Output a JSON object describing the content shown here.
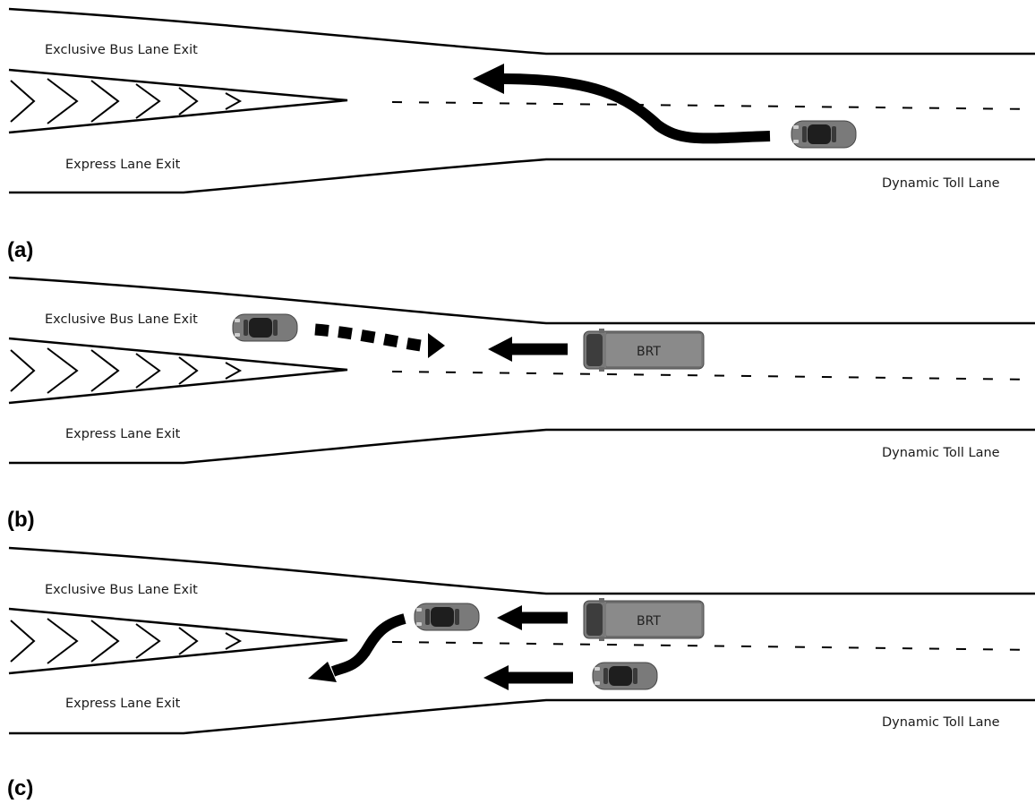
{
  "panels": [
    {
      "letter": "(a)",
      "labels": {
        "bus_exit": "Exclusive Bus Lane Exit",
        "express_exit": "Express Lane Exit",
        "toll_lane": "Dynamic Toll Lane"
      },
      "vehicles": [
        {
          "type": "car"
        }
      ],
      "arrows": [
        {
          "style": "curved-solid"
        }
      ]
    },
    {
      "letter": "(b)",
      "labels": {
        "bus_exit": "Exclusive Bus Lane Exit",
        "express_exit": "Express Lane Exit",
        "toll_lane": "Dynamic Toll Lane"
      },
      "vehicles": [
        {
          "type": "car"
        },
        {
          "type": "bus",
          "label": "BRT"
        }
      ],
      "arrows": [
        {
          "style": "dashed"
        },
        {
          "style": "straight-solid"
        }
      ]
    },
    {
      "letter": "(c)",
      "labels": {
        "bus_exit": "Exclusive Bus Lane Exit",
        "express_exit": "Express Lane Exit",
        "toll_lane": "Dynamic Toll Lane"
      },
      "vehicles": [
        {
          "type": "car"
        },
        {
          "type": "bus",
          "label": "BRT"
        },
        {
          "type": "car"
        }
      ],
      "arrows": [
        {
          "style": "straight-solid"
        },
        {
          "style": "straight-solid"
        },
        {
          "style": "curved-solid"
        }
      ]
    }
  ],
  "colors": {
    "road_line": "#000000",
    "vehicle_body": "#777777",
    "vehicle_glass": "#222222",
    "arrow": "#000000"
  }
}
